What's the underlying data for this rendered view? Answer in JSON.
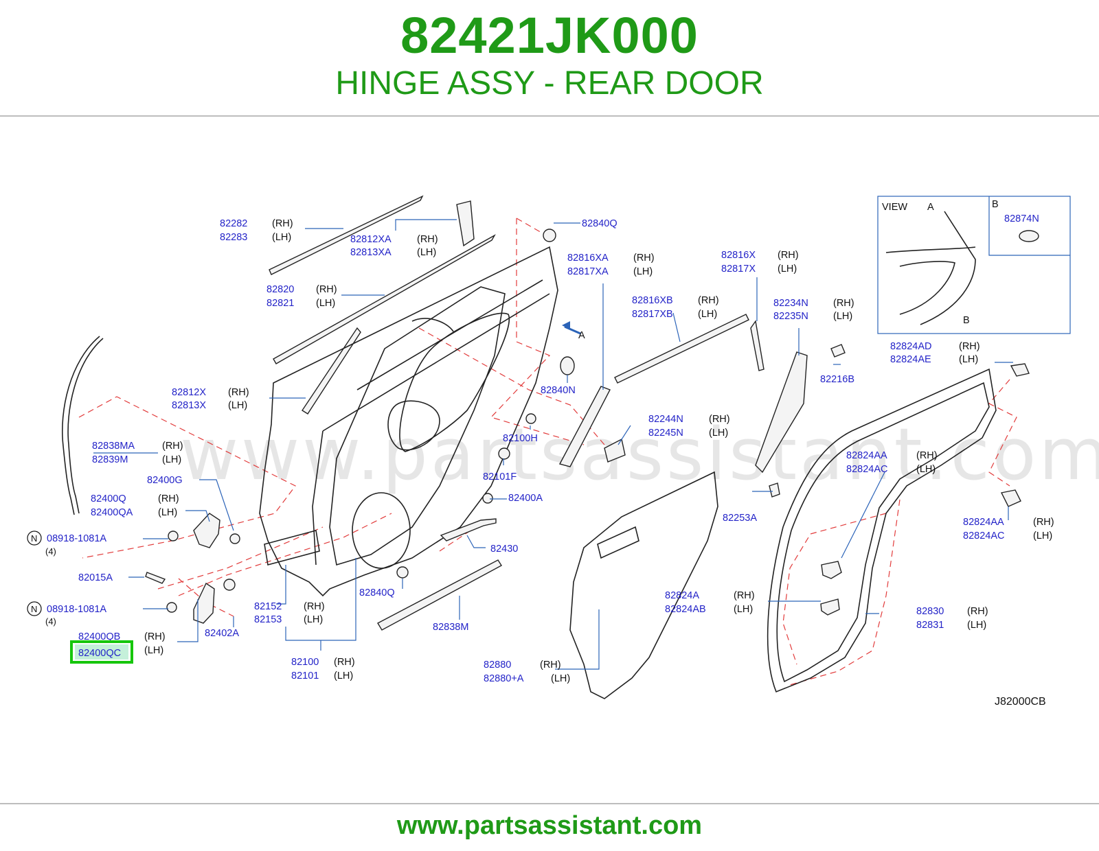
{
  "header": {
    "part_number": "82421JK000",
    "part_name": "HINGE ASSY - REAR DOOR"
  },
  "footer": {
    "url": "www.partsassistant.com"
  },
  "diagram": {
    "code": "J82000CB",
    "watermark": "www.partsassistant.com",
    "highlight_color": "#16c60c",
    "view_inset": {
      "title": "VIEW",
      "label_a": "A",
      "label_b": "B",
      "label_b2": "B",
      "part": "82874N"
    },
    "arrow_label": "A",
    "labels": {
      "p82282": "82282",
      "p82283": "82283",
      "rh1": "(RH)",
      "lh1": "(LH)",
      "p82812XA": "82812XA",
      "p82813XA": "82813XA",
      "rh2": "(RH)",
      "lh2": "(LH)",
      "p82840Q_top": "82840Q",
      "p82820": "82820",
      "p82821": "82821",
      "rh3": "(RH)",
      "lh3": "(LH)",
      "p82816XA": "82816XA",
      "p82817XA": "82817XA",
      "rh4": "(RH)",
      "lh4": "(LH)",
      "p82816X": "82816X",
      "p82817X": "82817X",
      "rh5": "(RH)",
      "lh5": "(LH)",
      "p82816XB": "82816XB",
      "p82817XB": "82817XB",
      "rh6": "(RH)",
      "lh6": "(LH)",
      "p82234N": "82234N",
      "p82235N": "82235N",
      "rh7": "(RH)",
      "lh7": "(LH)",
      "p82824AD": "82824AD",
      "p82824AE": "82824AE",
      "rh8": "(RH)",
      "lh8": "(LH)",
      "p82216B": "82216B",
      "p82812X": "82812X",
      "p82813X": "82813X",
      "rh9": "(RH)",
      "lh9": "(LH)",
      "p82840N": "82840N",
      "p82244N": "82244N",
      "p82245N": "82245N",
      "rh10": "(RH)",
      "lh10": "(LH)",
      "p82100H": "82100H",
      "p82838MA": "82838MA",
      "p82839M": "82839M",
      "rh11": "(RH)",
      "lh11": "(LH)",
      "p82824AA_a": "82824AA",
      "p82824AC_a": "82824AC",
      "rh12": "(RH)",
      "lh12": "(LH)",
      "p82101F": "82101F",
      "p82400G": "82400G",
      "p82400Q": "82400Q",
      "p82400QA": "82400QA",
      "rh13": "(RH)",
      "lh13": "(LH)",
      "p82400A": "82400A",
      "p82253A": "82253A",
      "p82824AA_b": "82824AA",
      "p82824AC_b": "82824AC",
      "rh14": "(RH)",
      "lh14": "(LH)",
      "n1": "N",
      "p08918_1": "08918-1081A",
      "q1": "(4)",
      "p82430": "82430",
      "p82015A": "82015A",
      "p82840Q_bot": "82840Q",
      "p82838M": "82838M",
      "p82152": "82152",
      "p82153": "82153",
      "rh15": "(RH)",
      "lh15": "(LH)",
      "p82824A": "82824A",
      "p82824AB": "82824AB",
      "rh16": "(RH)",
      "lh16": "(LH)",
      "p82830": "82830",
      "p82831": "82831",
      "rh17": "(RH)",
      "lh17": "(LH)",
      "n2": "N",
      "p08918_2": "08918-1081A",
      "q2": "(4)",
      "p82400QB": "82400QB",
      "p82400QC": "82400QC",
      "rh18": "(RH)",
      "lh18": "(LH)",
      "p82402A": "82402A",
      "p82100": "82100",
      "p82101": "82101",
      "rh19": "(RH)",
      "lh19": "(LH)",
      "p82880": "82880",
      "p82880A": "82880+A",
      "rh20": "(RH)",
      "lh20": "(LH)"
    }
  }
}
